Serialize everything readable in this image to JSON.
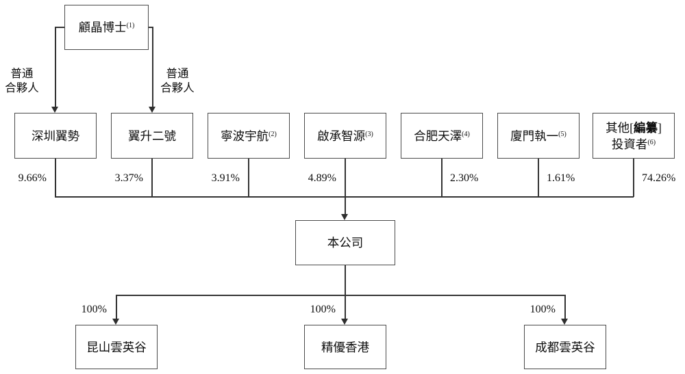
{
  "diagram": {
    "title": "shareholding-structure",
    "root": {
      "label": "顧晶博士",
      "sup": "(1)"
    },
    "gp_left": {
      "line1": "普通",
      "line2": "合夥人"
    },
    "gp_right": {
      "line1": "普通",
      "line2": "合夥人"
    },
    "shareholders": [
      {
        "label": "深圳翼勢",
        "sup": "",
        "pct": "9.66%"
      },
      {
        "label": "翼升二號",
        "sup": "",
        "pct": "3.37%"
      },
      {
        "label": "寧波宇航",
        "sup": "(2)",
        "pct": "3.91%"
      },
      {
        "label": "啟承智源",
        "sup": "(3)",
        "pct": "4.89%"
      },
      {
        "label": "合肥天澤",
        "sup": "(4)",
        "pct": "2.30%"
      },
      {
        "label": "廈門執一",
        "sup": "(5)",
        "pct": "1.61%"
      },
      {
        "label_pre": "其他[",
        "label_bold": "編纂",
        "label_post": "]",
        "label_line2": "投資者",
        "sup": "(6)",
        "pct": "74.26%"
      }
    ],
    "company": {
      "label": "本公司"
    },
    "subsidiaries": [
      {
        "label": "昆山雲英谷",
        "pct": "100%"
      },
      {
        "label": "精優香港",
        "pct": "100%"
      },
      {
        "label": "成都雲英谷",
        "pct": "100%"
      }
    ],
    "colors": {
      "line": "#333333",
      "border": "#4a4a4a",
      "text": "#0d0d0d",
      "background": "#ffffff"
    }
  }
}
